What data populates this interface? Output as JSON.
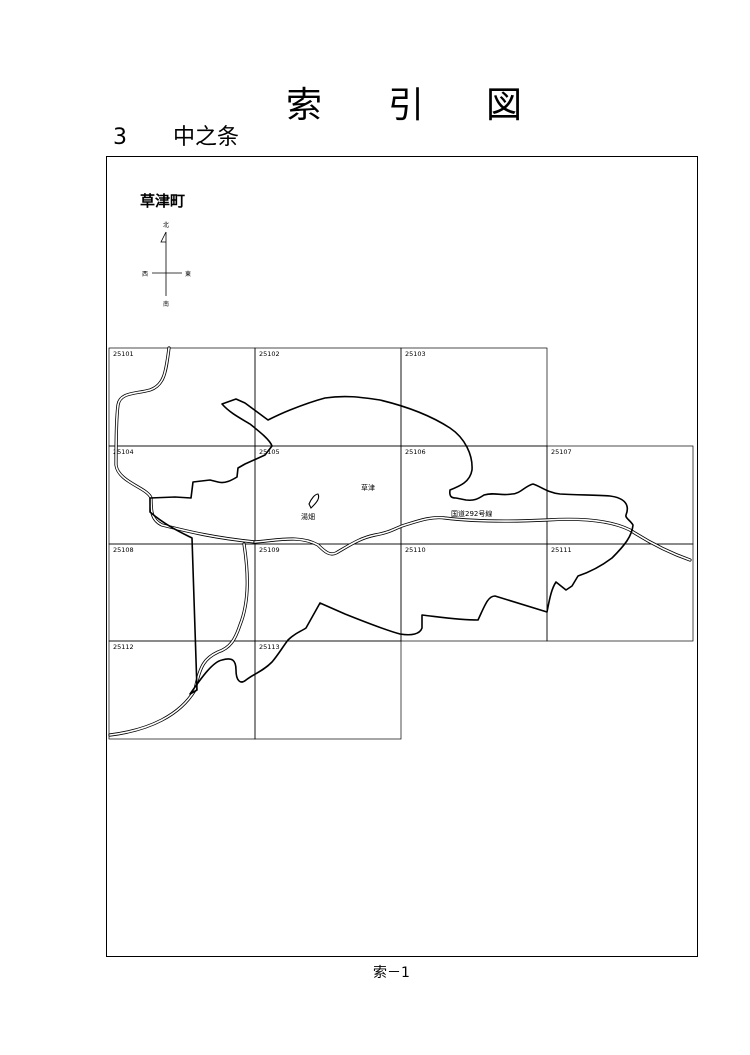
{
  "title": {
    "chars": [
      "索",
      "引",
      "図"
    ]
  },
  "subtitle": {
    "number": "3",
    "name": "中之条"
  },
  "town_label": "草津町",
  "compass": {
    "north": "北",
    "south": "南",
    "east": "東",
    "west": "西"
  },
  "sheets": [
    "25101",
    "25102",
    "25103",
    "25104",
    "25105",
    "25106",
    "25107",
    "25108",
    "25109",
    "25110",
    "25111",
    "25112",
    "25113"
  ],
  "places": {
    "kusatsu": "草津",
    "yubatake": "湯畑",
    "route": "国道292号線"
  },
  "footer": "索－1"
}
